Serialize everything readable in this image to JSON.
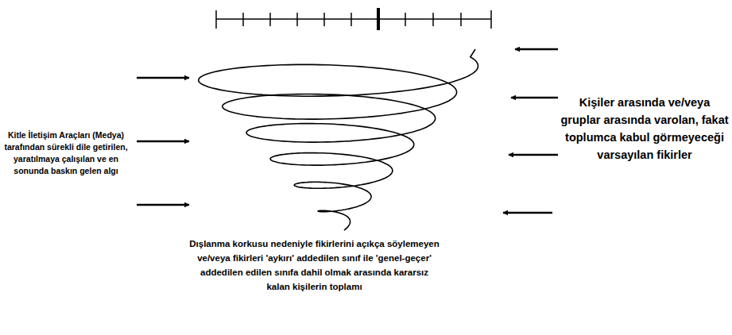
{
  "diagram": {
    "labels": [
      "Kitle İletişim Araçları (Medya) tarafından sürekli dile getirilen, yaratılmaya çalışılan ve en sonunda baskın gelen algı",
      "Kişiler arasında ve/veya gruplar arasında varolan, fakat toplumca kabul görmeyeceği varsayılan fikirler",
      "Dışlanma korkusu nedeniyle fikirlerini açıkça söylemeyen ve/veya fikirleri 'aykırı' addedilen sınıf ile 'genel-geçer' addedilen edilen sınıfa dahil olmak arasında kararsız kalan kişilerin toplamı"
    ]
  }
}
